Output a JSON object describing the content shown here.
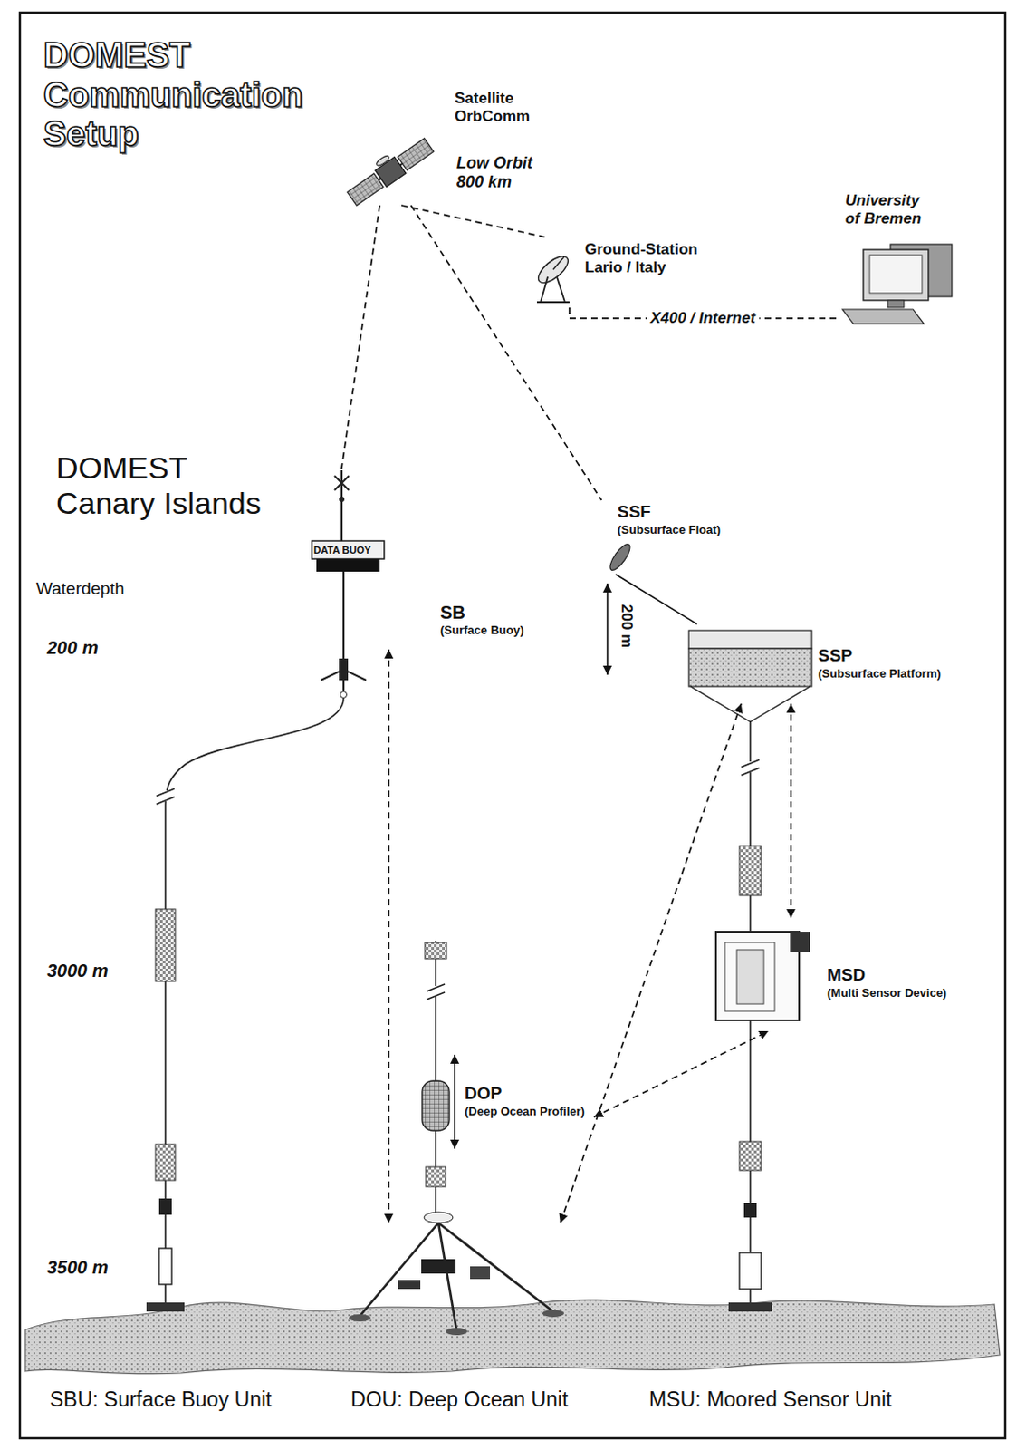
{
  "diagram": {
    "title": "DOMEST Communication Setup",
    "nodes": [
      {
        "text": [
          "Satellite OrbComm",
          "Low Orbit 800 km"
        ]
      },
      {
        "text": [
          "University of Bremen"
        ]
      },
      {
        "text": [
          "Ground-Station Lario / Italy"
        ]
      },
      {
        "text": [
          "SSF",
          "(Subsurface Float)"
        ]
      },
      {
        "text": [
          "DATA BUOY",
          "SB",
          "(Surface Buoy)"
        ]
      },
      {
        "text": [
          "SSP",
          "(Subsurface Platform)"
        ]
      },
      {
        "text": [
          "MSD",
          "(Multi Sensor Device)"
        ]
      },
      {
        "text": [
          "DOP",
          "(Deep Ocean Profiler)"
        ]
      },
      {
        "text": [
          "DOU: Deep Ocean Unit"
        ]
      }
    ],
    "edges": [
      {
        "from": 0,
        "to": 4,
        "arrow": "none"
      },
      {
        "from": 0,
        "to": 2,
        "arrow": "none"
      },
      {
        "from": 0,
        "to": 3,
        "arrow": "none"
      },
      {
        "from": 2,
        "to": 1,
        "arrow": "none",
        "label": "X400 / Internet"
      },
      {
        "from": 3,
        "to": 5,
        "arrow": "none"
      },
      {
        "from": 4,
        "to": 8,
        "arrow": "both"
      },
      {
        "from": 5,
        "to": 8,
        "arrow": "both"
      },
      {
        "from": 5,
        "to": 6,
        "arrow": "both"
      },
      {
        "from": 7,
        "to": 6,
        "arrow": "both"
      }
    ],
    "labels": [
      "DOMEST Canary Islands",
      "Waterdepth",
      "200 m",
      "3000 m",
      "3500 m",
      "200 m",
      "SBU: Surface Buoy Unit",
      "MSU: Moored Sensor Unit"
    ]
  }
}
